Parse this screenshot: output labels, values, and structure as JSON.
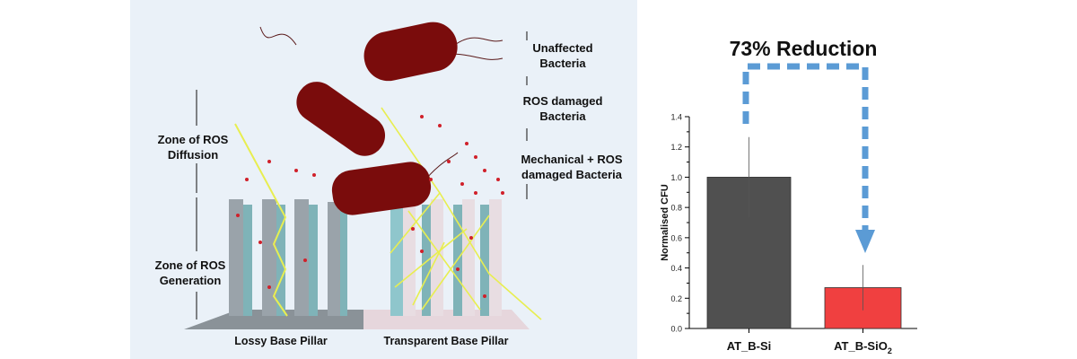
{
  "illustration": {
    "zone_diffusion": [
      "Zone of ROS",
      "Diffusion"
    ],
    "zone_generation": [
      "Zone of ROS",
      "Generation"
    ],
    "unaffected": [
      "Unaffected",
      "Bacteria"
    ],
    "ros_damaged": [
      "ROS damaged",
      "Bacteria"
    ],
    "mechanical": [
      "Mechanical + ROS",
      "damaged Bacteria"
    ],
    "lossy_label": "Lossy Base Pillar",
    "transparent_label": "Transparent Base Pillar"
  },
  "annotation": {
    "reduction": "73% Reduction",
    "arrow_color": "#5b9bd5"
  },
  "chart_data": {
    "type": "bar",
    "categories": [
      "AT_B-Si",
      "AT_B-SiO2"
    ],
    "category_display": [
      {
        "main": "AT_B-Si",
        "sub": ""
      },
      {
        "main": "AT_B-SiO",
        "sub": "2"
      }
    ],
    "values": [
      1.0,
      0.27
    ],
    "errors": [
      0.265,
      0.15
    ],
    "colors": [
      "#505050",
      "#f04040"
    ],
    "ylabel": "Normalised CFU",
    "xlabel": "",
    "ylim": [
      0,
      1.4
    ],
    "yticks": [
      "0.0",
      "0.2",
      "0.4",
      "0.6",
      "0.8",
      "1.0",
      "1.2",
      "1.4"
    ],
    "grid": false
  }
}
